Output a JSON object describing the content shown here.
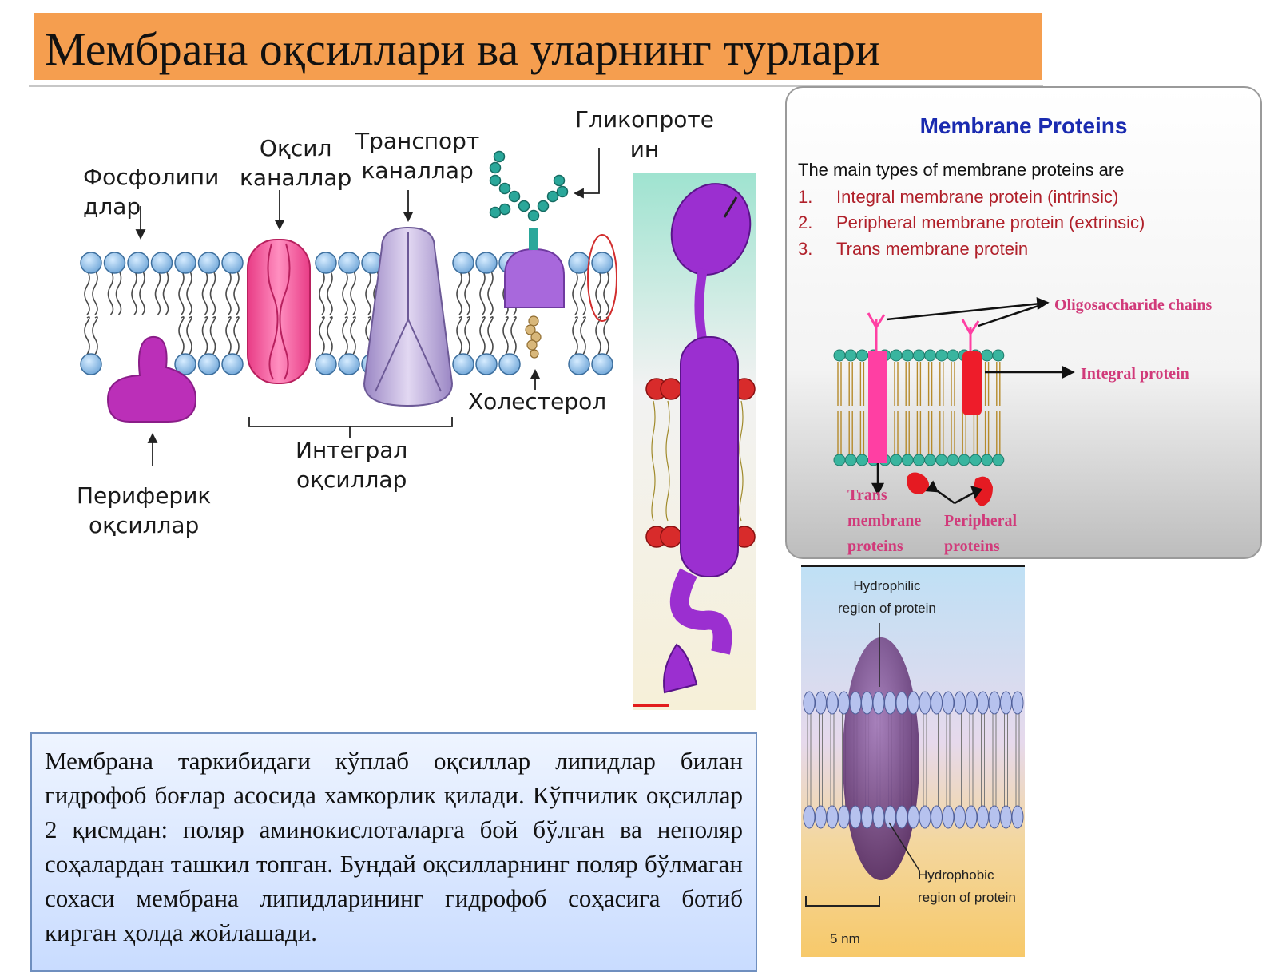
{
  "title": "Мембрана оқсиллари ва уларнинг турлари",
  "diagram_labels": {
    "phospholipids": [
      "Фосфолипи",
      "длар"
    ],
    "protein_channels": [
      "Оқсил",
      "каналлар"
    ],
    "transport_channels": [
      "Транспорт",
      "каналлар"
    ],
    "glycoprotein": [
      "Гликопроте",
      "ин"
    ],
    "cholesterol": "Холестерол",
    "integral_proteins": [
      "Интеграл",
      "оқсиллар"
    ],
    "peripheral_proteins": [
      "Периферик",
      "оқсиллар"
    ]
  },
  "body_text": "Мембрана таркибидаги кўплаб оқсиллар липидлар билан гидрофоб боғлар асосида хамкорлик қилади. Кўпчилик оқсиллар 2 қисмдан: поляр аминокислоталарга бой бўлган ва неполяр соҳалардан ташкил топган. Бундай оқсилларнинг поляр бўлмаган сохаси мембрана липидларининг гидрофоб соҳасига ботиб кирган ҳолда жойлашади.",
  "membrane_panel": {
    "title": "Membrane Proteins",
    "intro": "The main types of membrane proteins are",
    "items": [
      {
        "num": "1.",
        "text": "Integral membrane protein (intrinsic)"
      },
      {
        "num": "2.",
        "text": "Peripheral membrane protein (extrinsic)"
      },
      {
        "num": "3.",
        "text": "Trans membrane protein"
      }
    ],
    "oligosaccharide": "Oligosaccharide chains",
    "integral": "Integral protein",
    "trans": [
      "Trans",
      "membrane",
      "proteins"
    ],
    "peripheral": [
      "Peripheral",
      "proteins"
    ]
  },
  "hydro_panel": {
    "hydrophilic": [
      "Hydrophilic",
      "region of protein"
    ],
    "hydrophobic": [
      "Hydrophobic",
      "region of protein"
    ],
    "scale": "5 nm"
  },
  "colors": {
    "title_bar": "#f59e4f",
    "lipid_head": "#8fbde6",
    "channel_pink": "#ee5c9c",
    "transport_lilac": "#b9a8d6",
    "peripheral_magenta": "#bb2fb8",
    "glyco_purple": "#a868dc",
    "panel_title_blue": "#1a2bb0",
    "panel_list_red": "#b0202a",
    "panel_label_pink": "#d13a7a"
  }
}
